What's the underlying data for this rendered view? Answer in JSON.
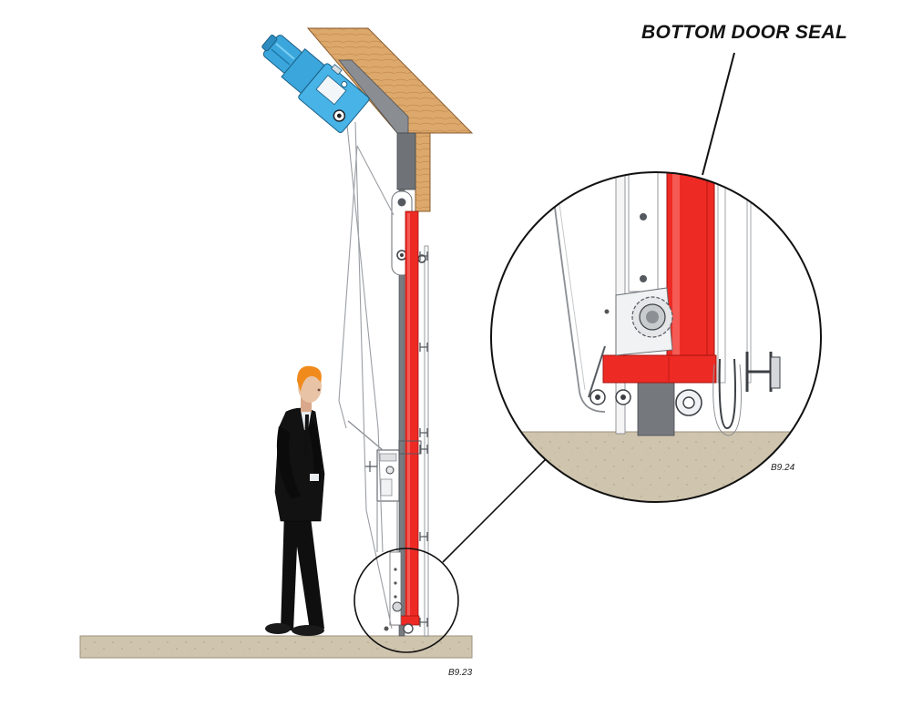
{
  "title": "BOTTOM DOOR SEAL",
  "figure_labels": {
    "main": "B9.23",
    "detail": "B9.24"
  },
  "colors": {
    "door_seal": "#ee2a24",
    "motor": "#3aa6dc",
    "wood": "#d9a46a",
    "floor": "#cfc4ad",
    "rail": "#6f7378",
    "suit": "#101010",
    "hair": "#f08a1c",
    "skin": "#e8c3a5"
  },
  "icons": [
    "motor-unit",
    "wood-lintel",
    "guide-rail",
    "door-seal",
    "person-figure",
    "floor-slab",
    "detail-callout-circle",
    "pulley-wheel"
  ]
}
